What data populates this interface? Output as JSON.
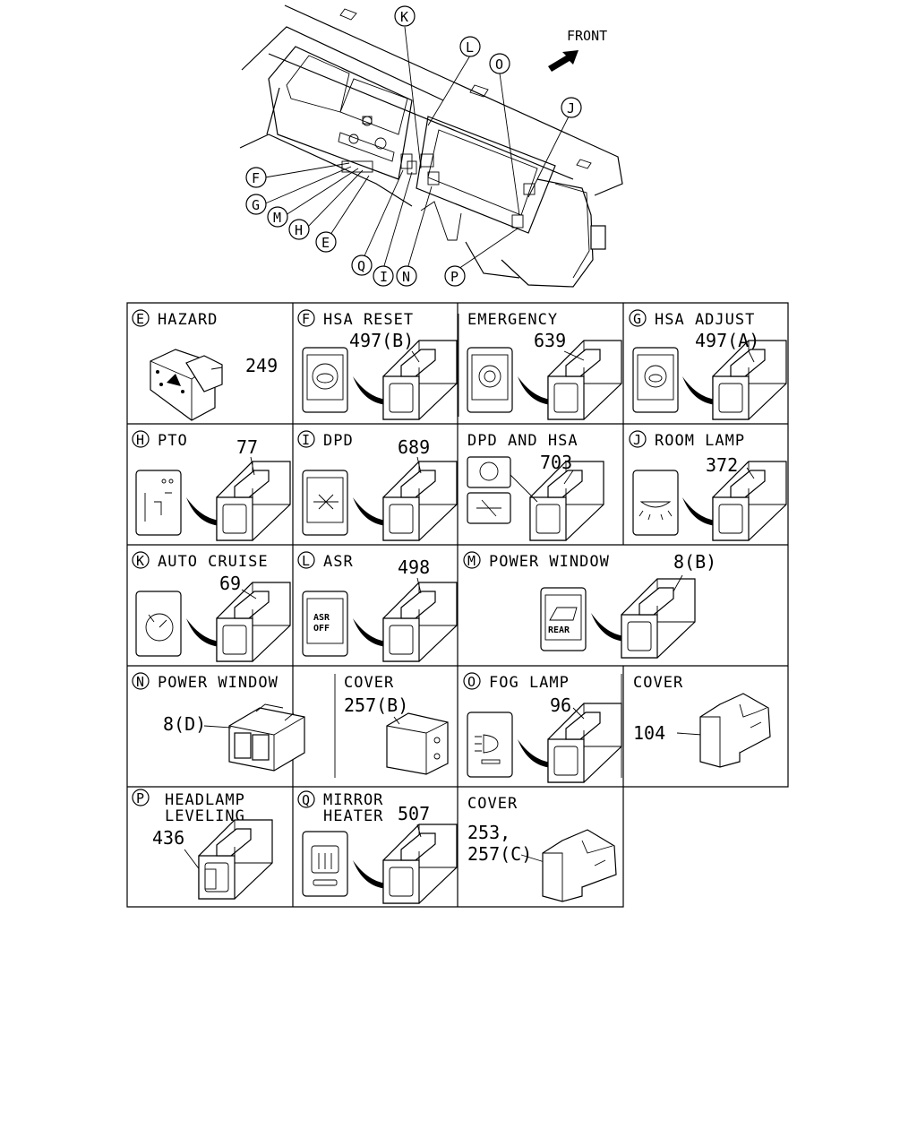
{
  "overview": {
    "front_label": "FRONT",
    "callouts": [
      "K",
      "L",
      "O",
      "J",
      "F",
      "G",
      "M",
      "H",
      "E",
      "Q",
      "I",
      "N",
      "P"
    ]
  },
  "cells": {
    "E": {
      "letter": "E",
      "title": "HAZARD",
      "part": "249"
    },
    "F": {
      "letter": "F",
      "title": "HSA RESET",
      "part": "497(B)"
    },
    "emergency": {
      "title": "EMERGENCY",
      "part": "639"
    },
    "G": {
      "letter": "G",
      "title": "HSA ADJUST",
      "part": "497(A)"
    },
    "H": {
      "letter": "H",
      "title": "PTO",
      "part": "77"
    },
    "I": {
      "letter": "I",
      "title": "DPD",
      "part": "689"
    },
    "dpd_hsa": {
      "title": "DPD AND HSA",
      "part": "703"
    },
    "J": {
      "letter": "J",
      "title": "ROOM LAMP",
      "part": "372"
    },
    "K": {
      "letter": "K",
      "title": "AUTO CRUISE",
      "part": "69"
    },
    "L": {
      "letter": "L",
      "title": "ASR",
      "part": "498",
      "icon_text": [
        "ASR",
        "OFF"
      ]
    },
    "M": {
      "letter": "M",
      "title": "POWER WINDOW",
      "part": "8(B)",
      "icon_text": "REAR"
    },
    "N": {
      "letter": "N",
      "title": "POWER WINDOW",
      "part": "8(D)"
    },
    "cover_b": {
      "title": "COVER",
      "part": "257(B)"
    },
    "O": {
      "letter": "O",
      "title": "FOG LAMP",
      "part": "96"
    },
    "cover_104": {
      "title": "COVER",
      "part": "104"
    },
    "P": {
      "letter": "P",
      "title_lines": [
        "HEADLAMP",
        "LEVELING"
      ],
      "part": "436"
    },
    "Q": {
      "letter": "Q",
      "title_lines": [
        "MIRROR",
        "HEATER"
      ],
      "part": "507"
    },
    "cover_c": {
      "title": "COVER",
      "parts": [
        "253,",
        "257(C)"
      ]
    }
  }
}
